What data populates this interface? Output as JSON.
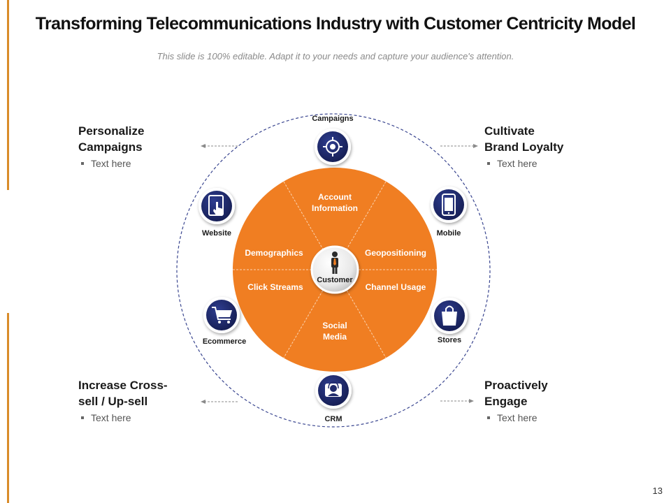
{
  "title": "Transforming Telecommunications Industry with Customer Centricity Model",
  "subtitle": "This slide is 100% editable. Adapt it to your needs and capture your audience's attention.",
  "colors": {
    "accent_orange": "#f07e22",
    "icon_navy": "#1f2a6b",
    "ring_dash": "#3a4690",
    "edge_bar": "#d98c2a"
  },
  "center": {
    "label": "Customer",
    "icon": "person-icon"
  },
  "slices": {
    "account": [
      "Account",
      "Information"
    ],
    "geopositioning": "Geopositioning",
    "channel": "Channel Usage",
    "social": [
      "Social",
      "Media"
    ],
    "clickstreams": "Click Streams",
    "demographics": "Demographics"
  },
  "icons": {
    "campaigns": {
      "label": "Campaigns",
      "icon": "target-icon"
    },
    "mobile": {
      "label": "Mobile",
      "icon": "mobile-phone-icon"
    },
    "stores": {
      "label": "Stores",
      "icon": "shopping-bag-icon"
    },
    "crm": {
      "label": "CRM",
      "icon": "headset-agent-icon"
    },
    "ecommerce": {
      "label": "Ecommerce",
      "icon": "shopping-cart-icon"
    },
    "website": {
      "label": "Website",
      "icon": "touch-tablet-icon"
    }
  },
  "corners": {
    "top_left": {
      "heading_lines": [
        "Personalize",
        "Campaigns"
      ],
      "bullet": "Text here"
    },
    "top_right": {
      "heading_lines": [
        "Cultivate",
        "Brand Loyalty"
      ],
      "bullet": "Text here"
    },
    "bottom_left": {
      "heading_lines": [
        "Increase Cross-",
        "sell / Up-sell"
      ],
      "bullet": "Text here"
    },
    "bottom_right": {
      "heading_lines": [
        "Proactively",
        "Engage"
      ],
      "bullet": "Text here"
    }
  },
  "page_number": "13"
}
